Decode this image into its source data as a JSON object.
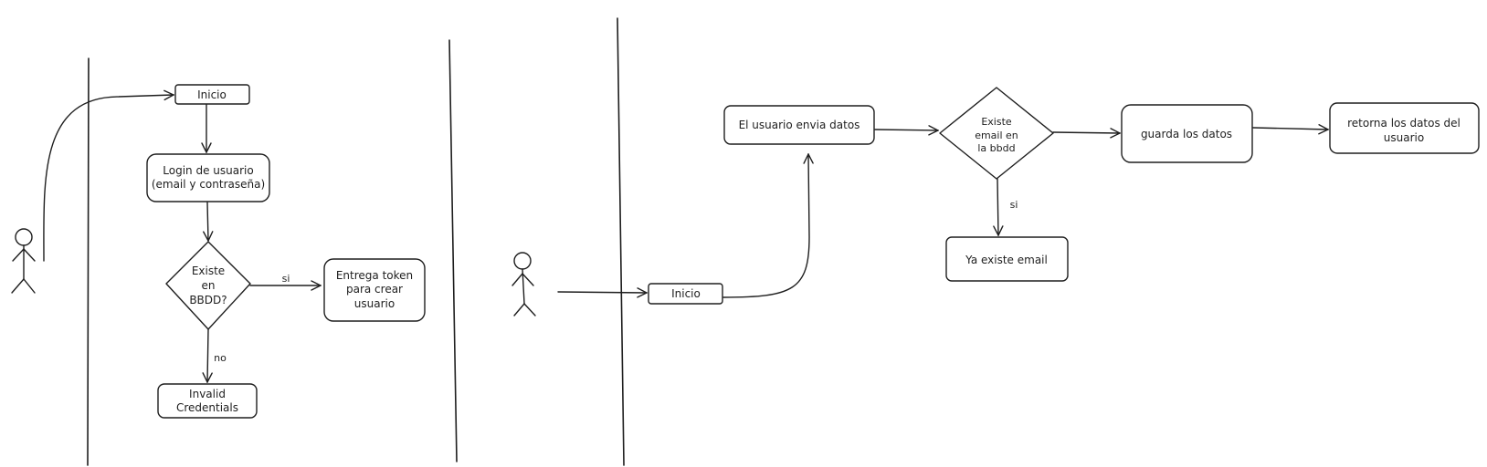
{
  "flow_left": {
    "start": "Inicio",
    "login": [
      "Login de usuario",
      "(email y contraseña)"
    ],
    "decision": [
      "Existe",
      "en",
      "BBDD?"
    ],
    "yes_label": "si",
    "no_label": "no",
    "token": [
      "Entrega token",
      "para crear",
      "usuario"
    ],
    "invalid": [
      "Invalid",
      "Credentials"
    ]
  },
  "flow_right": {
    "start": "Inicio",
    "send": "El usuario envia datos",
    "decision": [
      "Existe",
      "email en",
      "la bbdd"
    ],
    "yes_label": "si",
    "save": "guarda los datos",
    "return": [
      "retorna los datos del",
      "usuario"
    ],
    "exists": "Ya existe email"
  },
  "colors": {
    "stroke": "#1e1e1e",
    "background": "#ffffff"
  }
}
